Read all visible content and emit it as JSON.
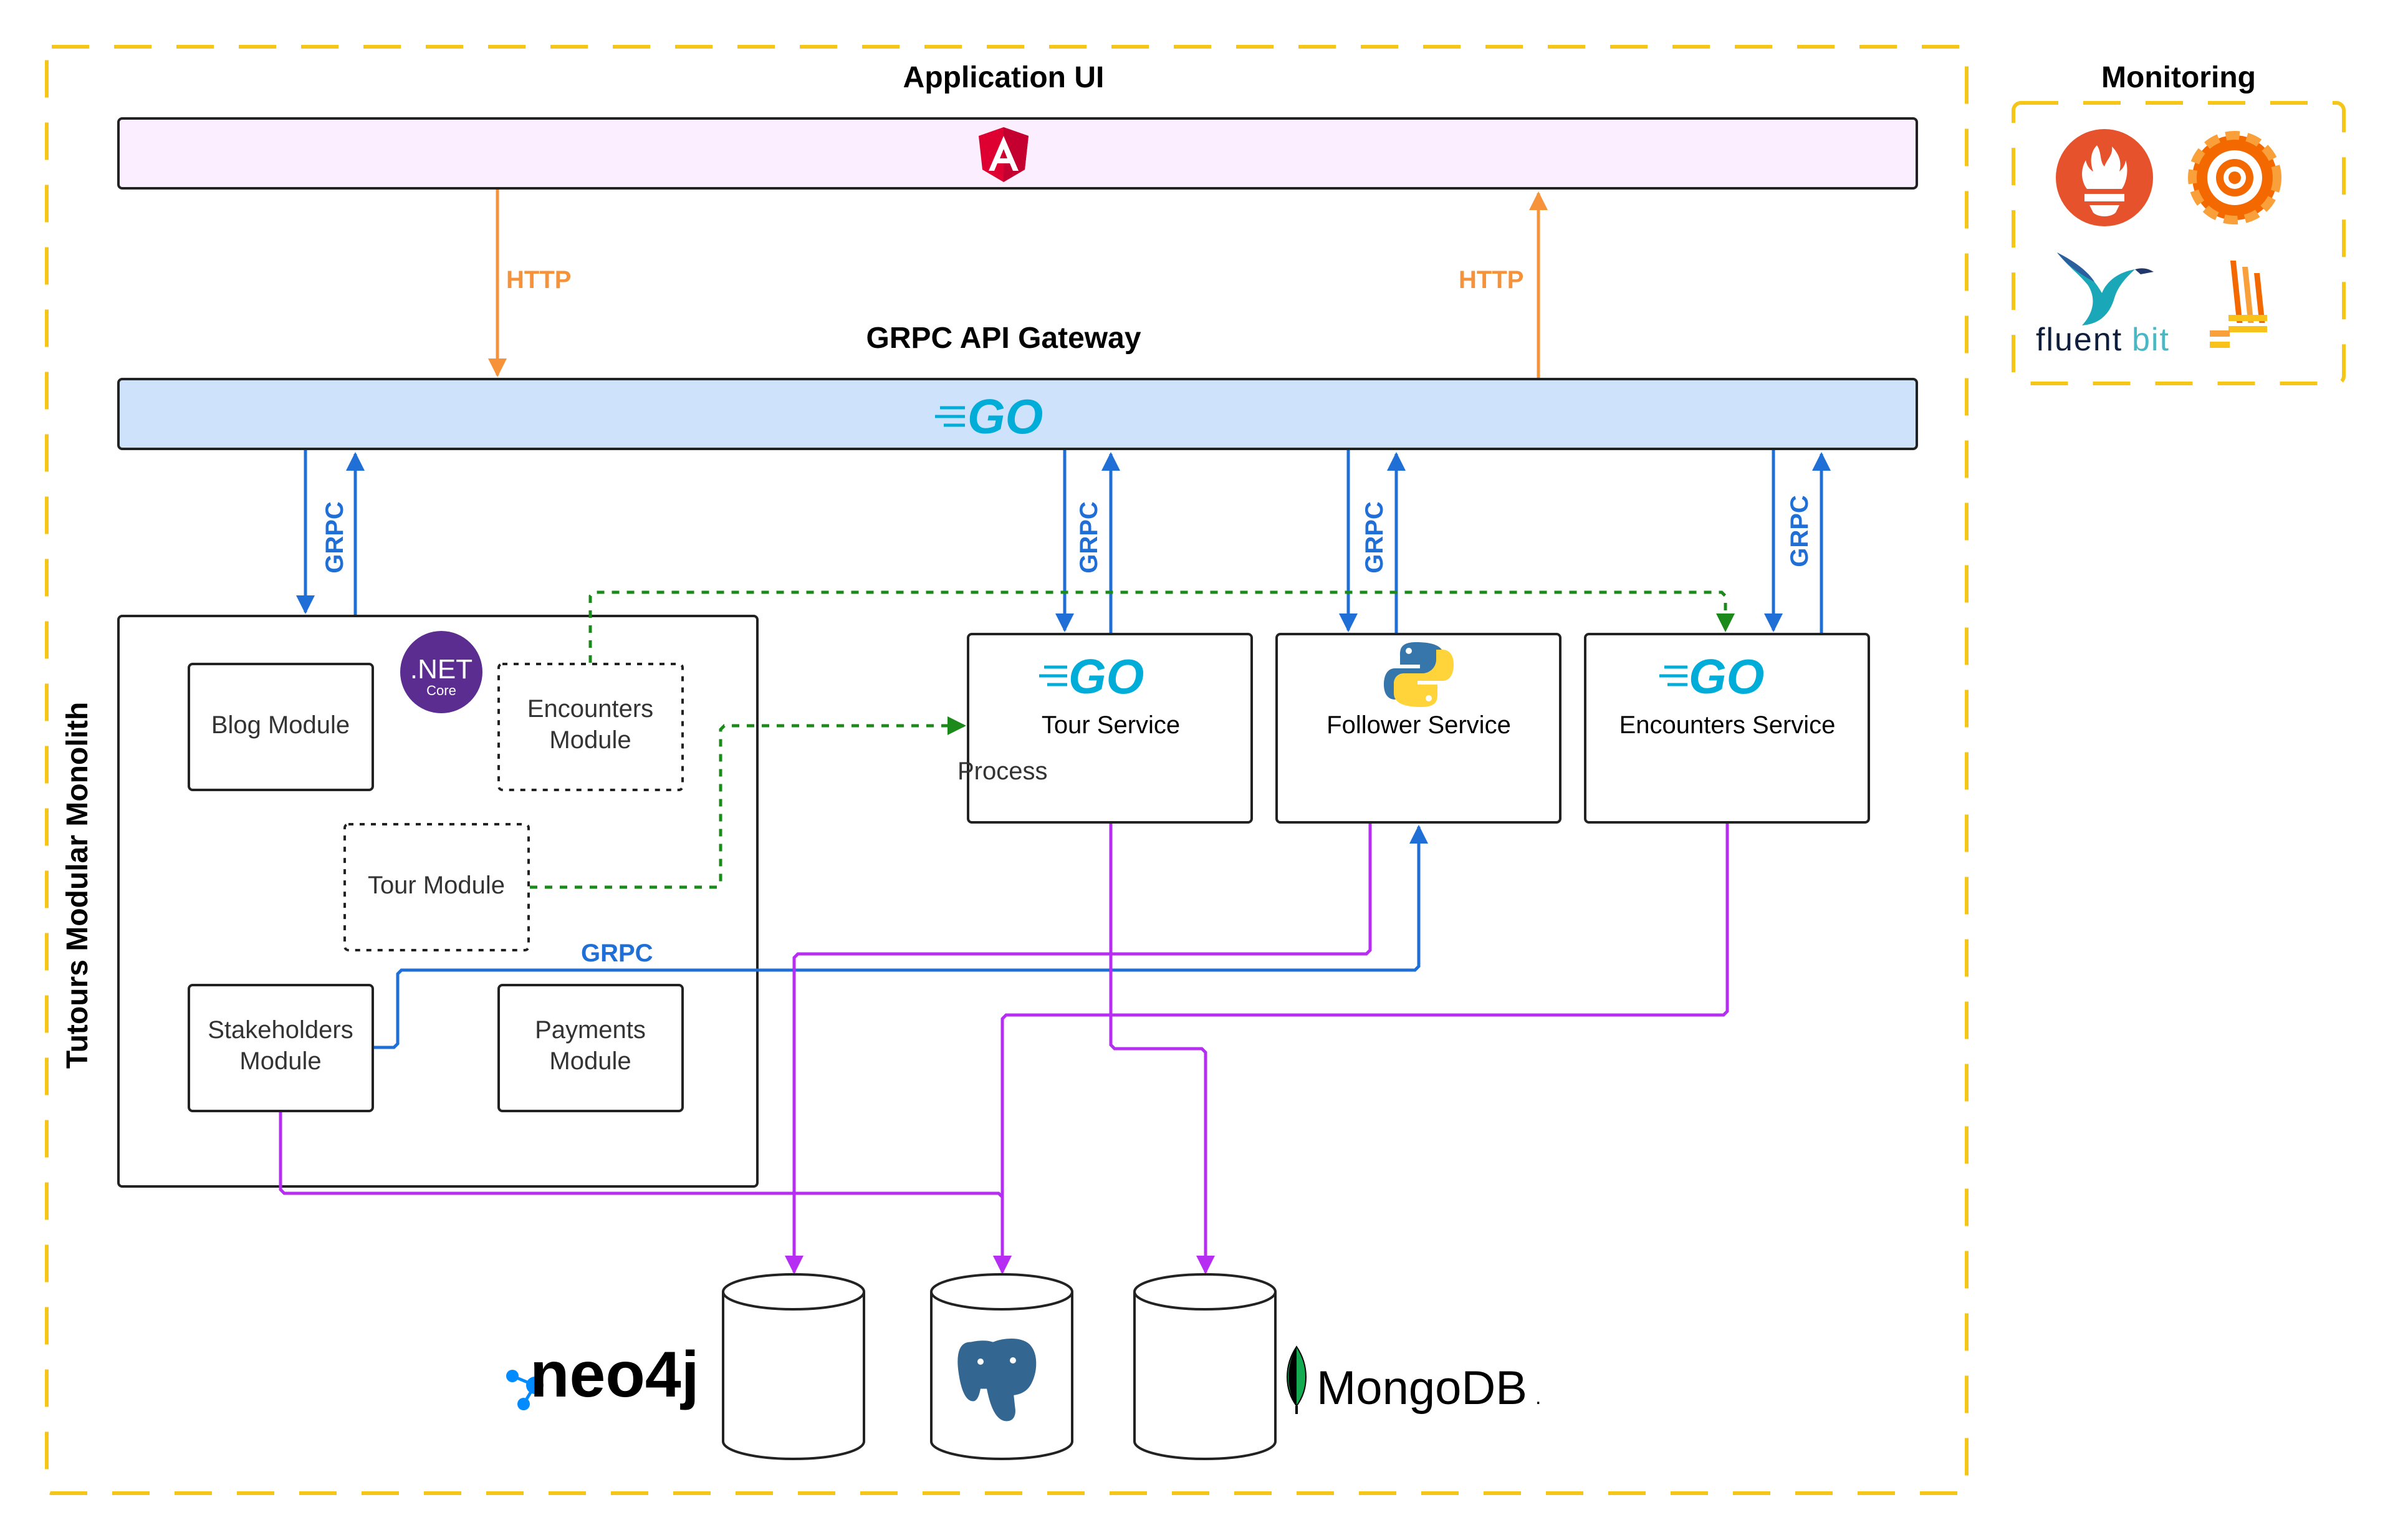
{
  "application_ui": {
    "title": "Application UI",
    "logo": "angular-icon"
  },
  "gateway": {
    "title": "GRPC API Gateway",
    "logo_text": "GO"
  },
  "monitoring": {
    "title": "Monitoring",
    "tools": [
      "prometheus-icon",
      "grafana-icon",
      "fluentbit-icon",
      "loki-icon"
    ],
    "fluentbit_text_a": "fluent",
    "fluentbit_text_b": "bit"
  },
  "monolith": {
    "title": "Tutours Modular Monolith",
    "dotnet_text": ".NET",
    "dotnet_sub": "Core",
    "modules": {
      "blog": "Blog Module",
      "encounters_line1": "Encounters",
      "encounters_line2": "Module",
      "tour": "Tour Module",
      "stakeholders_line1": "Stakeholders",
      "stakeholders_line2": "Module",
      "payments_line1": "Payments",
      "payments_line2": "Module"
    }
  },
  "services": {
    "tour": {
      "label": "Tour Service",
      "logo_text": "GO",
      "note": "Process"
    },
    "follower": {
      "label": "Follower Service",
      "logo": "python-icon"
    },
    "encounters": {
      "label": "Encounters Service",
      "logo_text": "GO"
    }
  },
  "connections": {
    "http_left": "HTTP",
    "http_right": "HTTP",
    "grpc_monolith": "GRPC",
    "grpc_tour": "GRPC",
    "grpc_follower": "GRPC",
    "grpc_encounters": "GRPC",
    "grpc_stakeholders": "GRPC"
  },
  "databases": {
    "neo4j": "neo4j",
    "postgres": "postgresql-icon",
    "mongodb": "MongoDB",
    "mongodb_mark": "."
  },
  "colors": {
    "boundary": "#f5c518",
    "http": "#f5923a",
    "grpc": "#1f6fd6",
    "event": "#1b8a1b",
    "db": "#b62ef2",
    "ui_fill": "#fbeefe",
    "gateway_fill": "#cfe2fb",
    "go": "#00add8"
  }
}
